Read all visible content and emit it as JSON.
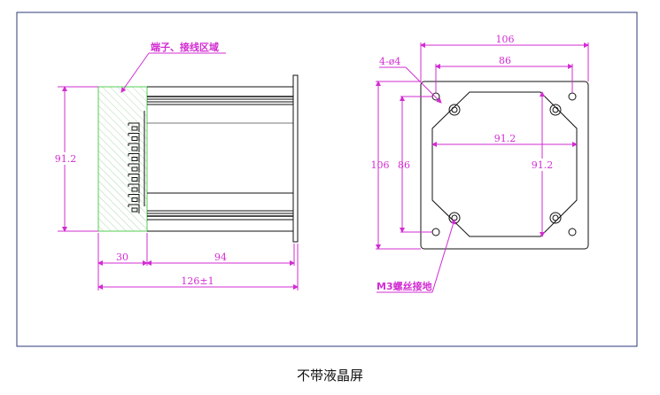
{
  "side_view": {
    "terminal_label": "端子、接线区域",
    "height_dim": "91.2",
    "terminal_depth_dim": "30",
    "body_depth_dim": "94",
    "total_depth_dim": "126±1"
  },
  "front_view": {
    "plate_width_dim": "106",
    "hole_spacing_h_dim": "86",
    "hole_label": "4-ø4",
    "plate_height_dim": "106",
    "hole_spacing_v_dim": "86",
    "cutout_width_dim": "91.2",
    "cutout_height_dim": "91.2",
    "ground_label": "M3螺丝接地"
  },
  "caption": "不带液晶屏",
  "colors": {
    "dimension": "#d22cd2",
    "frame": "#2b3a7a",
    "terminal_zone": "#55cc55"
  }
}
